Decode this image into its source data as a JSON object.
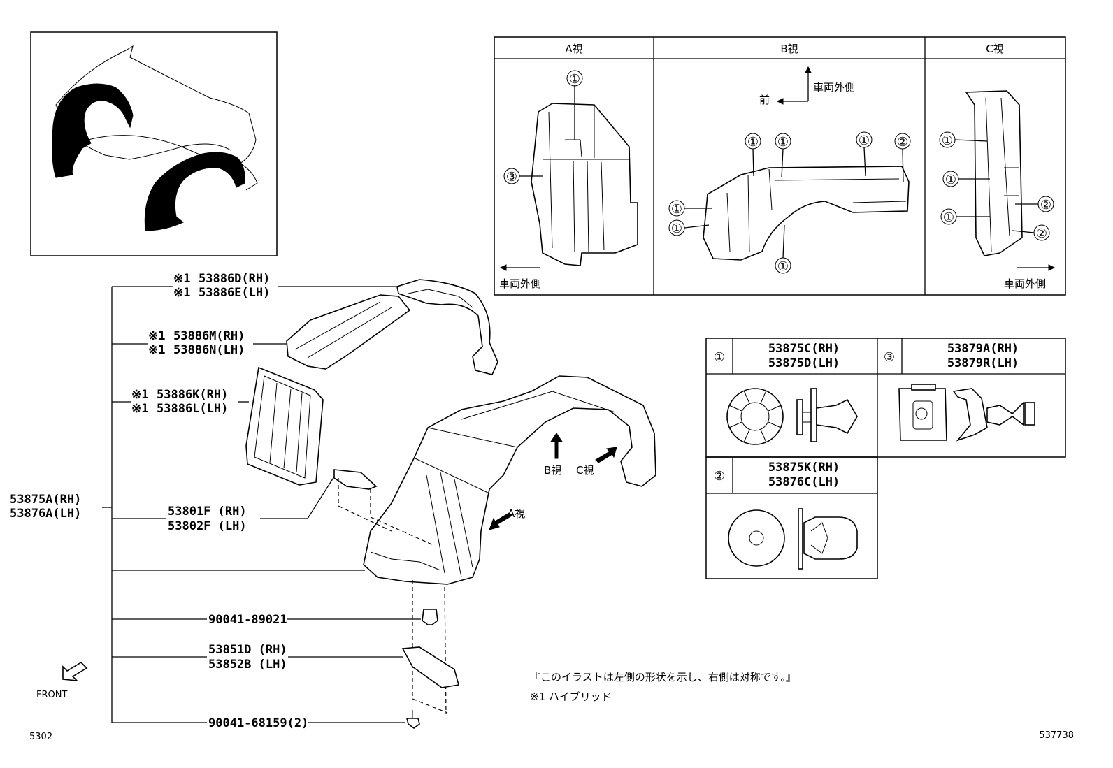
{
  "overview": {},
  "callouts": [
    {
      "name": "callout-53886d",
      "mark": "※1",
      "lines": [
        "53886D(RH)",
        "53886E(LH)"
      ]
    },
    {
      "name": "callout-53886m",
      "mark": "※1",
      "lines": [
        "53886M(RH)",
        "53886N(LH)"
      ]
    },
    {
      "name": "callout-53886k",
      "mark": "※1",
      "lines": [
        "53886K(RH)",
        "53886L(LH)"
      ]
    },
    {
      "name": "callout-53801f",
      "mark": "",
      "lines": [
        "53801F (RH)",
        "53802F (LH)"
      ]
    },
    {
      "name": "callout-90041-89021",
      "mark": "",
      "lines": [
        "90041-89021"
      ]
    },
    {
      "name": "callout-53851d",
      "mark": "",
      "lines": [
        "53851D (RH)",
        "53852B (LH)"
      ]
    },
    {
      "name": "callout-90041-68159",
      "mark": "",
      "lines": [
        "90041-68159(2)"
      ]
    }
  ],
  "assembly": {
    "lines": [
      "53875A(RH)",
      "53876A(LH)"
    ]
  },
  "view_labels": {
    "a": "A視",
    "b": "B視",
    "c": "C視"
  },
  "front_label": "FRONT",
  "page_code_left": "5302",
  "page_code_right": "537738",
  "views_table": {
    "headers": [
      "A視",
      "B視",
      "C視"
    ],
    "outer_side": "車両外側",
    "front": "前",
    "marks": {
      "one": "①",
      "two": "②",
      "three": "③"
    }
  },
  "clip_table": {
    "items": [
      {
        "mark": "①",
        "lines": [
          "53875C(RH)",
          "53875D(LH)"
        ]
      },
      {
        "mark": "③",
        "lines": [
          "53879A(RH)",
          "53879R(LH)"
        ]
      },
      {
        "mark": "②",
        "lines": [
          "53875K(RH)",
          "53876C(LH)"
        ]
      }
    ]
  },
  "notes": [
    "『このイラストは左側の形状を示し、右側は対称です。』",
    "※1 ハイブリッド"
  ]
}
